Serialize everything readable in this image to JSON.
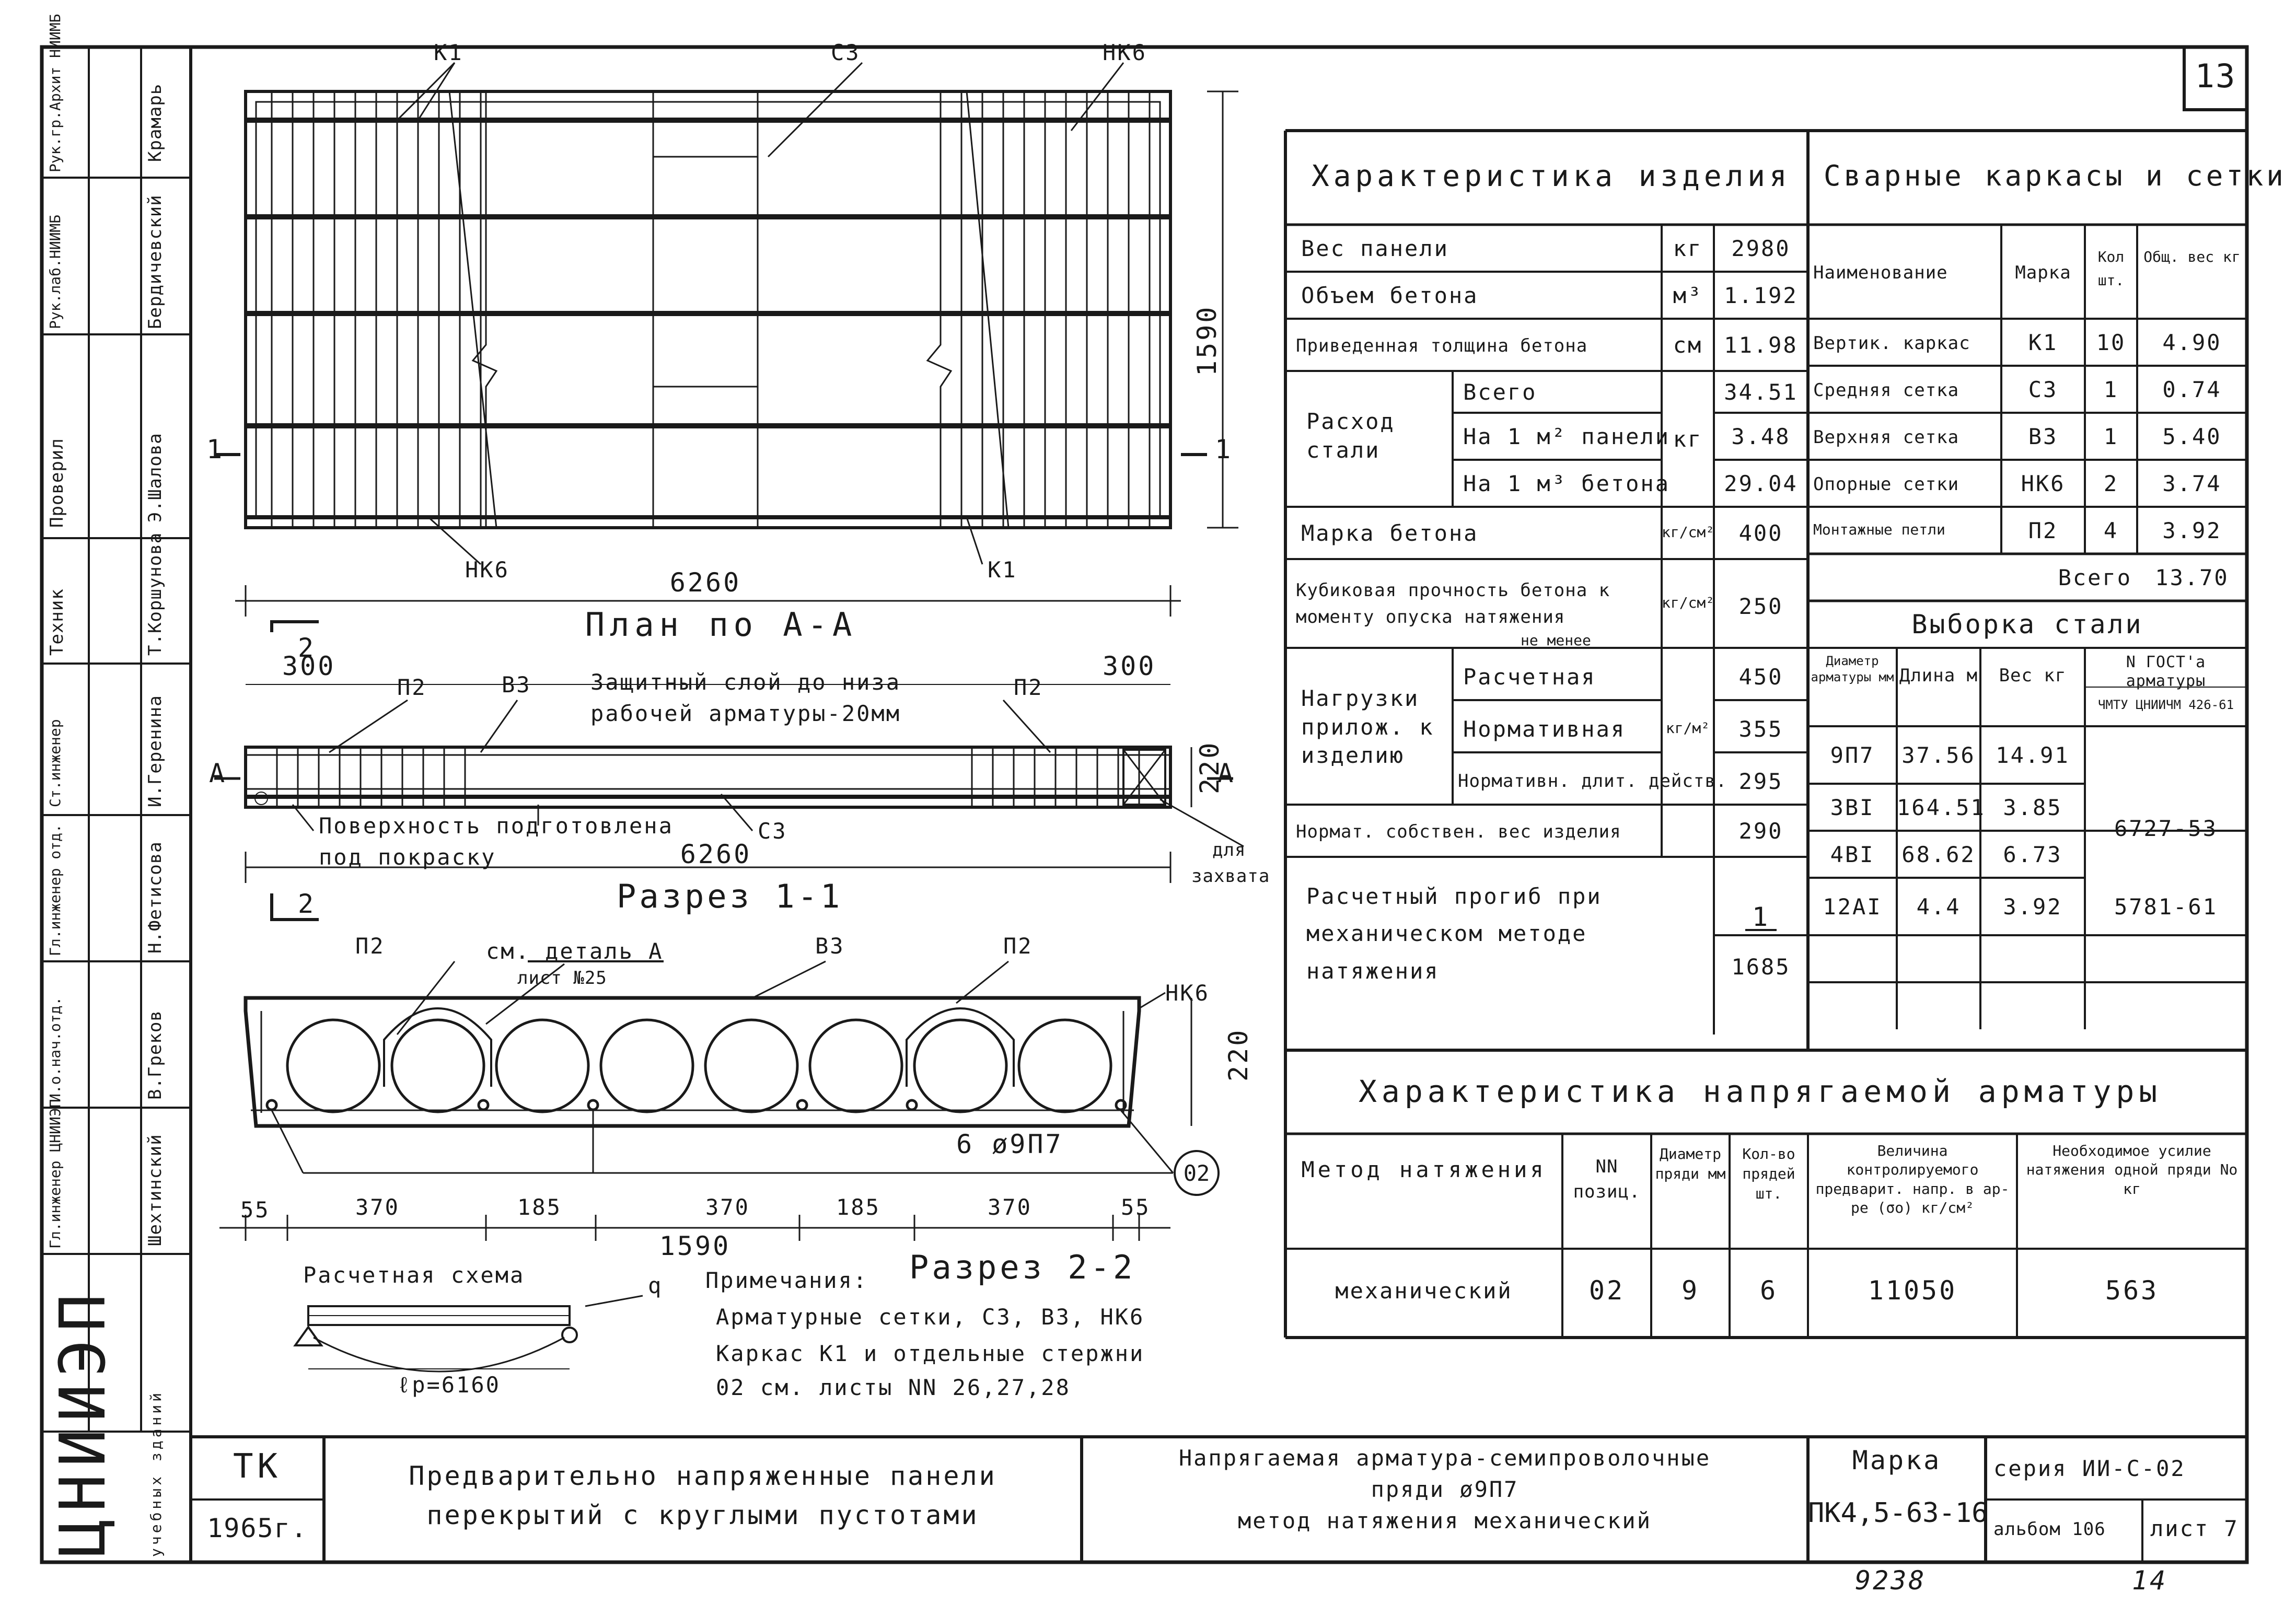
{
  "sheet_number": "13",
  "bottom_handwritten": {
    "left": "9238",
    "right": "14"
  },
  "left_strip": {
    "roles": [
      "Рук.гр.Архит НИИМБ",
      "Рук.лаб.НИИМБ",
      "Проверил",
      "Техник",
      "Ст.инженер",
      "Гл.инженер отд.",
      "И.о.нач.отд.",
      "Гл.инженер ЦНИИЭП"
    ],
    "names": [
      "Крамарь",
      "Бердичевский",
      "Э.Шалова",
      "Т.Коршунова",
      "И.Геренина",
      "Н.Фетисова",
      "В.Греков",
      "Шехтинский"
    ],
    "institute": "ЦНИИЭП",
    "institute_sub": "учебных зданий"
  },
  "plan": {
    "labels": [
      "К1",
      "С3",
      "НК6",
      "НК6",
      "К1"
    ],
    "length": "6260",
    "width": "1590",
    "section_marks": [
      "1",
      "1"
    ],
    "title": "План по А-А"
  },
  "section11": {
    "dims": [
      "300",
      "300",
      "220"
    ],
    "labels": [
      "П2",
      "В3",
      "П2",
      "С3"
    ],
    "note_top": [
      "Защитный слой до низа",
      "рабочей арматуры-20мм"
    ],
    "note_bottom": [
      "Поверхность подготовлена",
      "под покраску"
    ],
    "length": "6260",
    "grip": [
      "для",
      "захвата"
    ],
    "marks": [
      "А",
      "А",
      "2",
      "2"
    ],
    "title": "Разрез 1-1"
  },
  "section22": {
    "labels": [
      "П2",
      "см. деталь А",
      "лист №25",
      "В3",
      "П2",
      "НК6"
    ],
    "height": "220",
    "rebar": "6 ø9П7",
    "position": "02",
    "dims": [
      "55",
      "370",
      "185",
      "370",
      "185",
      "370",
      "55"
    ],
    "total": "1590",
    "title": "Разрез 2-2"
  },
  "scheme": {
    "title": "Расчетная схема",
    "load": "q",
    "span": "ℓр=6160"
  },
  "notes": {
    "title": "Примечания:",
    "lines": [
      "Арматурные сетки, С3, В3, НК6",
      "Каркас К1 и отдельные стержни",
      "02 см. листы NN 26,27,28"
    ]
  },
  "characteristics": {
    "title": "Характеристика изделия",
    "rows": [
      {
        "name": "Вес панели",
        "unit": "кг",
        "value": "2980"
      },
      {
        "name": "Объем бетона",
        "unit": "м³",
        "value": "1.192"
      },
      {
        "name": "Приведенная толщина бетона",
        "unit": "см",
        "value": "11.98"
      },
      {
        "name": "Расход стали",
        "unit": "кг",
        "sub": [
          {
            "name": "Всего",
            "value": "34.51"
          },
          {
            "name": "На 1 м² панели",
            "value": "3.48"
          },
          {
            "name": "На 1 м³ бетона",
            "value": "29.04"
          }
        ]
      },
      {
        "name": "Марка бетона",
        "unit": "кг/см²",
        "value": "400"
      },
      {
        "name": "Кубиковая прочность бетона к моменту опуска натяжения",
        "note": "не менее",
        "unit": "кг/см²",
        "value": "250"
      },
      {
        "name": "Нагрузки прилож. к изделию",
        "unit": "кг/м²",
        "sub": [
          {
            "name": "Расчетная",
            "value": "450"
          },
          {
            "name": "Нормативная",
            "value": "355"
          },
          {
            "name": "Нормативн. длит. действ.",
            "value": "295"
          }
        ]
      },
      {
        "name": "Нормат. собствен. вес изделия",
        "unit": "",
        "value": "290"
      },
      {
        "name": "Расчетный прогиб при механическом методе натяжения",
        "unit": "",
        "value_num": "1",
        "value_den": "1685"
      }
    ]
  },
  "frames": {
    "title": "Сварные каркасы и сетки",
    "headers": [
      "Наименование",
      "Марка",
      "Кол шт.",
      "Общ. вес кг"
    ],
    "rows": [
      [
        "Вертик. каркас",
        "К1",
        "10",
        "4.90"
      ],
      [
        "Средняя сетка",
        "С3",
        "1",
        "0.74"
      ],
      [
        "Верхняя сетка",
        "В3",
        "1",
        "5.40"
      ],
      [
        "Опорные сетки",
        "НК6",
        "2",
        "3.74"
      ],
      [
        "Монтажные петли",
        "П2",
        "4",
        "3.92"
      ]
    ],
    "total_label": "Всего",
    "total_value": "13.70"
  },
  "steel": {
    "title": "Выборка стали",
    "headers": [
      "Диаметр арматуры мм",
      "Длина м",
      "Вес кг",
      "N ГОСТ'а арматуры"
    ],
    "gost_top": "ЧМТУ ЦНИИЧМ 426-61",
    "rows": [
      [
        "9П7",
        "37.56",
        "14.91",
        ""
      ],
      [
        "3ВI",
        "164.51",
        "3.85",
        "6727-53"
      ],
      [
        "4ВI",
        "68.62",
        "6.73",
        ""
      ],
      [
        "12АI",
        "4.4",
        "3.92",
        "5781-61"
      ]
    ]
  },
  "prestress": {
    "title": "Характеристика напрягаемой арматуры",
    "headers": [
      "Метод натяжения",
      "NN позиц.",
      "Диаметр пряди мм",
      "Кол-во прядей шт.",
      "Величина контролируемого предварит. напр. в ар-ре (σо) кг/см²",
      "Необходимое усилие натяжения одной пряди No кг"
    ],
    "row": [
      "механический",
      "02",
      "9",
      "6",
      "11050",
      "563"
    ]
  },
  "title_block": {
    "org": "ТК",
    "year": "1965г.",
    "name": [
      "Предварительно напряженные панели",
      "перекрытий с круглыми пустотами"
    ],
    "desc": [
      "Напрягаемая арматура-семипроволочные",
      "пряди ø9П7",
      "метод натяжения механический"
    ],
    "mark_label": "Марка",
    "mark": "ПК4,5-63-16",
    "series": "серия ИИ-С-02",
    "album": "альбом 106",
    "sheet": "лист 7"
  }
}
